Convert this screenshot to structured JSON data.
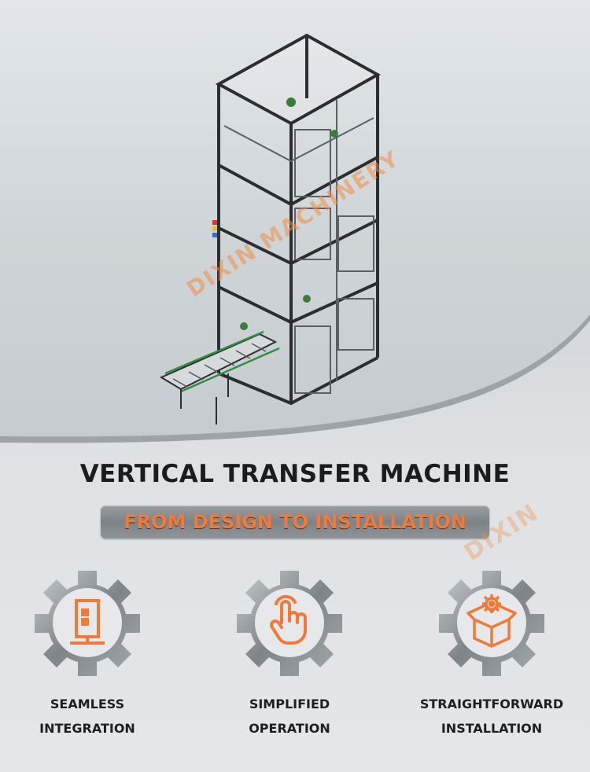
{
  "watermark_main": "DIXIN MACHINERY",
  "watermark_small": "DIXIN",
  "title": "VERTICAL TRANSFER MACHINE",
  "subtitle": "FROM DESIGN TO INSTALLATION",
  "features": [
    {
      "line1": "SEAMLESS",
      "line2": "INTEGRATION",
      "icon": "cabinet-icon"
    },
    {
      "line1": "SIMPLIFIED",
      "line2": "OPERATION",
      "icon": "touch-hand-icon"
    },
    {
      "line1": "STRAIGHTFORWARD",
      "line2": "INSTALLATION",
      "icon": "box-gear-icon"
    }
  ],
  "colors": {
    "accent": "#f07a3a",
    "gear": "#8a8f93",
    "frame": "#2b2d30"
  }
}
